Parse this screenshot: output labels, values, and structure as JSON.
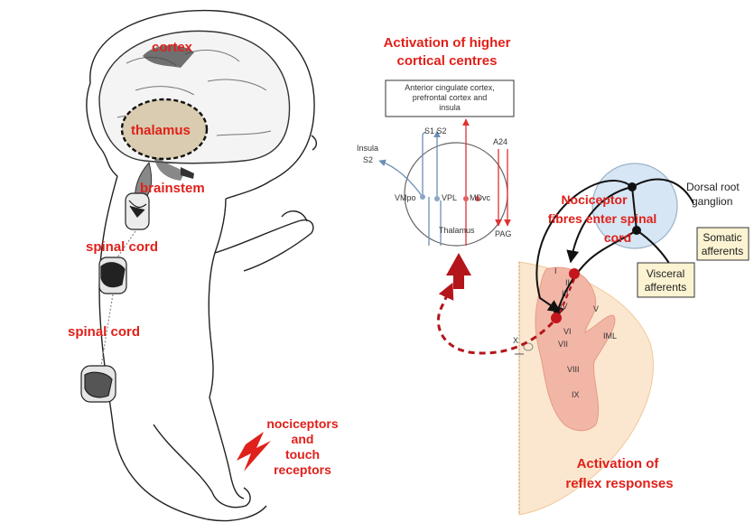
{
  "body_labels": {
    "cortex": "cortex",
    "thalamus": "thalamus",
    "brainstem": "brainstem",
    "spinal_cord_upper": "spinal cord",
    "spinal_cord_lower": "spinal cord",
    "receptors_line1": "nociceptors",
    "receptors_line2": "and",
    "receptors_line3": "touch",
    "receptors_line4": "receptors"
  },
  "higher_centres": {
    "line1": "Activation of higher",
    "line2": "cortical centres"
  },
  "cortex_box": {
    "line1": "Anterior cingulate cortex,",
    "line2": "prefrontal cortex and",
    "line3": "insula"
  },
  "thalamus_diagram": {
    "insula": "Insula",
    "s2_left": "S2",
    "s1s2": "S1 S2",
    "a24": "A24",
    "vmpo": "VMpo",
    "vpl": "VPL",
    "mdvc": "MDvc",
    "thalamus": "Thalamus",
    "pag": "PAG"
  },
  "nociceptor_label": {
    "line1": "Nociceptor",
    "line2": "fibres enter  spinal",
    "line3": "cord"
  },
  "ganglion": {
    "line1": "Dorsal root",
    "line2": "ganglion"
  },
  "somatic": {
    "line1": "Somatic",
    "line2": "afferents"
  },
  "visceral": {
    "line1": "Visceral",
    "line2": "afferents"
  },
  "laminae": {
    "i": "I",
    "ii": "II",
    "iii": "III",
    "iv": "IV",
    "v": "V",
    "vi": "VI",
    "vii": "VII",
    "viii": "VIII",
    "ix": "IX",
    "x": "X",
    "iml": "IML"
  },
  "reflex": {
    "line1": "Activation of",
    "line2": "reflex responses"
  },
  "colors": {
    "red_label": "#e0201a",
    "thalamus_fill": "#d9ccb0",
    "ganglion_fill": "#d6e6f4",
    "spinal_grey": "#f2b6a6",
    "spinal_outer": "#fbe7cf",
    "tan_box": "#fbf3d2"
  }
}
